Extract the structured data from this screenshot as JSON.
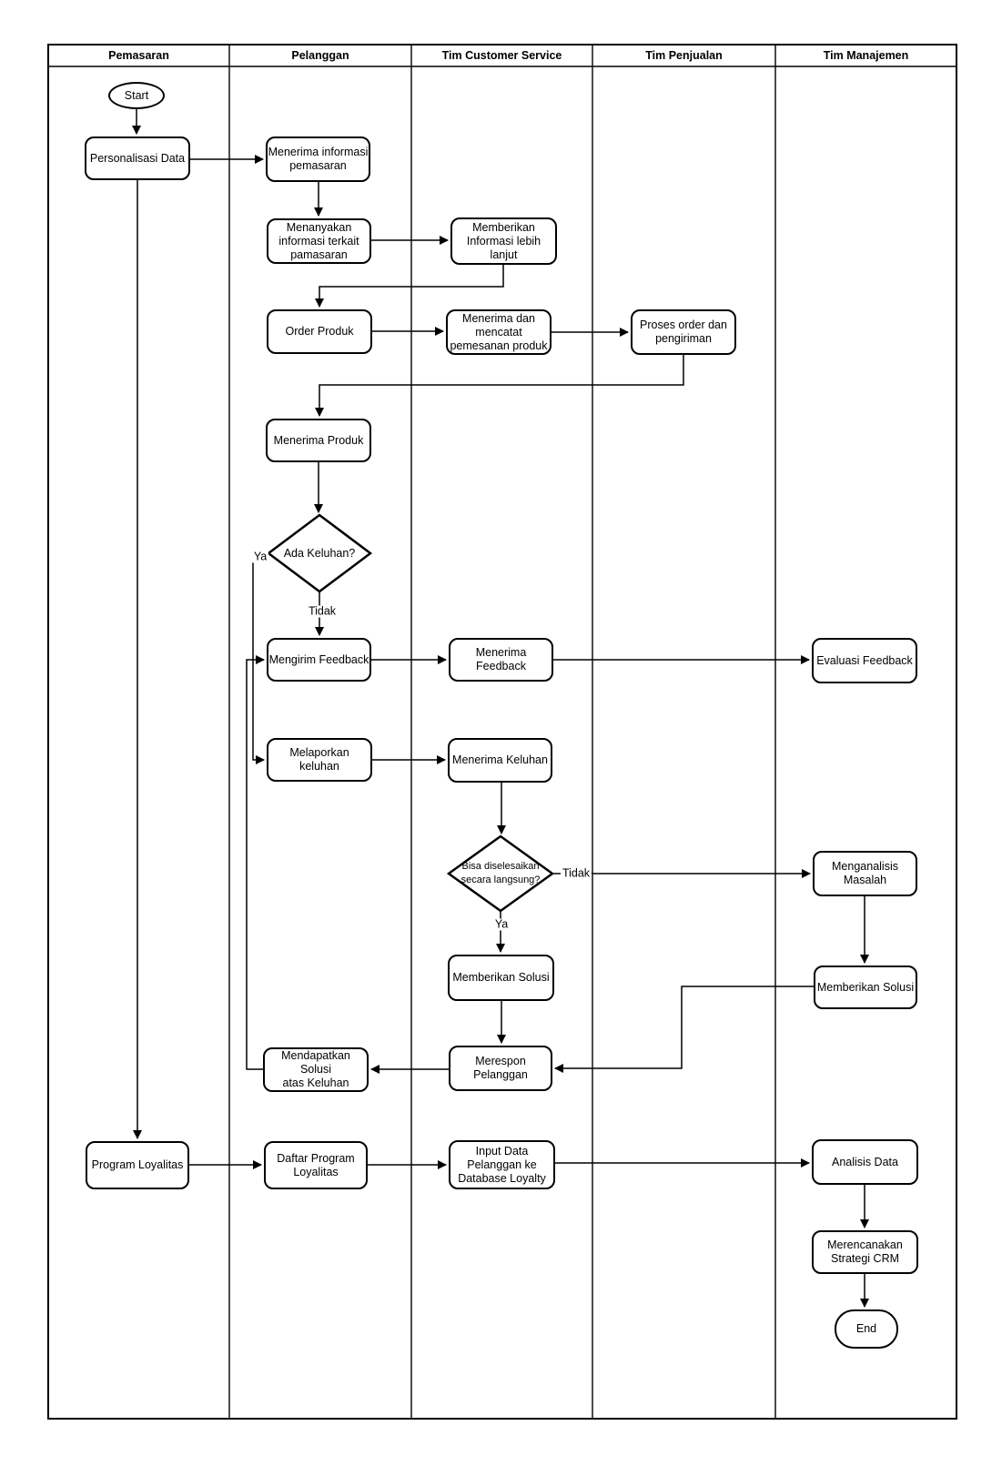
{
  "lanes": [
    {
      "label": "Pemasaran"
    },
    {
      "label": "Pelanggan"
    },
    {
      "label": "Tim Customer Service"
    },
    {
      "label": "Tim Penjualan"
    },
    {
      "label": "Tim Manajemen"
    }
  ],
  "nodes": {
    "start": {
      "type": "terminator",
      "label": "Start"
    },
    "personalisasi_data": {
      "type": "process",
      "lines": [
        "Personalisasi Data"
      ]
    },
    "menerima_informasi_pemasaran": {
      "type": "process",
      "lines": [
        "Menerima informasi",
        "pemasaran"
      ]
    },
    "menanyakan_informasi": {
      "type": "process",
      "lines": [
        "Menanyakan",
        "informasi terkait",
        "pamasaran"
      ]
    },
    "memberikan_informasi_lebih_lanjut": {
      "type": "process",
      "lines": [
        "Memberikan",
        "Informasi lebih lanjut"
      ]
    },
    "order_produk": {
      "type": "process",
      "lines": [
        "Order Produk"
      ]
    },
    "menerima_dan_mencatat": {
      "type": "process",
      "lines": [
        "Menerima dan",
        "mencatat",
        "pemesanan produk"
      ]
    },
    "proses_order": {
      "type": "process",
      "lines": [
        "Proses order dan",
        "pengiriman"
      ]
    },
    "menerima_produk": {
      "type": "process",
      "lines": [
        "Menerima Produk"
      ]
    },
    "ada_keluhan": {
      "type": "decision",
      "lines": [
        "Ada Keluhan?"
      ]
    },
    "mengirim_feedback": {
      "type": "process",
      "lines": [
        "Mengirim Feedback"
      ]
    },
    "menerima_feedback": {
      "type": "process",
      "lines": [
        "Menerima Feedback"
      ]
    },
    "evaluasi_feedback": {
      "type": "process",
      "lines": [
        "Evaluasi Feedback"
      ]
    },
    "melaporkan_keluhan": {
      "type": "process",
      "lines": [
        "Melaporkan keluhan"
      ]
    },
    "menerima_keluhan": {
      "type": "process",
      "lines": [
        "Menerima Keluhan"
      ]
    },
    "bisa_diselesaikan": {
      "type": "decision",
      "lines": [
        "Bisa diselesaikan",
        "secara langsung?"
      ]
    },
    "menganalisis_masalah": {
      "type": "process",
      "lines": [
        "Menganalisis",
        "Masalah"
      ]
    },
    "memberikan_solusi_cs": {
      "type": "process",
      "lines": [
        "Memberikan Solusi"
      ]
    },
    "memberikan_solusi_manajemen": {
      "type": "process",
      "lines": [
        "Memberikan Solusi"
      ]
    },
    "merespon_pelanggan": {
      "type": "process",
      "lines": [
        "Merespon",
        "Pelanggan"
      ]
    },
    "mendapatkan_solusi": {
      "type": "process",
      "lines": [
        "Mendapatkan Solusi",
        "atas Keluhan"
      ]
    },
    "program_loyalitas": {
      "type": "process",
      "lines": [
        "Program Loyalitas"
      ]
    },
    "daftar_program_loyalitas": {
      "type": "process",
      "lines": [
        "Daftar Program",
        "Loyalitas"
      ]
    },
    "input_data_pelanggan": {
      "type": "process",
      "lines": [
        "Input Data",
        "Pelanggan ke",
        "Database Loyalty"
      ]
    },
    "analisis_data": {
      "type": "process",
      "lines": [
        "Analisis Data"
      ]
    },
    "merencanakan_strategi_crm": {
      "type": "process",
      "lines": [
        "Merencanakan",
        "Strategi CRM"
      ]
    },
    "end": {
      "type": "terminator",
      "label": "End"
    }
  },
  "edge_labels": {
    "ada_keluhan_ya": "Ya",
    "ada_keluhan_tidak": "Tidak",
    "bisa_diselesaikan_tidak": "Tidak",
    "bisa_diselesaikan_ya": "Ya"
  },
  "colors": {
    "line": "#000000",
    "node_fill": "#ffffff",
    "background": "#ffffff"
  }
}
